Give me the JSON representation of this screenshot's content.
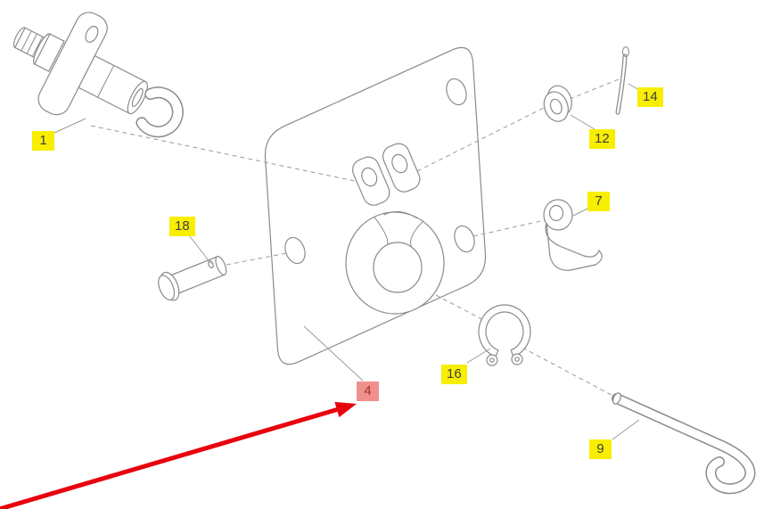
{
  "diagram": {
    "type": "exploded-parts-diagram",
    "colors": {
      "background": "#ffffff",
      "label_highlight": "#f7ee00",
      "label_highlight_callout": "#f0908d",
      "arrow": "#e8000d",
      "drawing_line": "#8a8a8a",
      "reference_line": "#9b9b9b"
    },
    "labels": [
      {
        "text": "1",
        "part": "latch-assembly",
        "highlight": "yellow"
      },
      {
        "text": "18",
        "part": "clevis-pin",
        "highlight": "yellow"
      },
      {
        "text": "4",
        "part": "mounting-plate",
        "highlight": "red"
      },
      {
        "text": "16",
        "part": "snap-ring",
        "highlight": "yellow"
      },
      {
        "text": "12",
        "part": "washer",
        "highlight": "yellow"
      },
      {
        "text": "14",
        "part": "cotter-pin",
        "highlight": "yellow"
      },
      {
        "text": "7",
        "part": "bracket",
        "highlight": "yellow"
      },
      {
        "text": "9",
        "part": "hook-rod",
        "highlight": "yellow"
      }
    ]
  }
}
